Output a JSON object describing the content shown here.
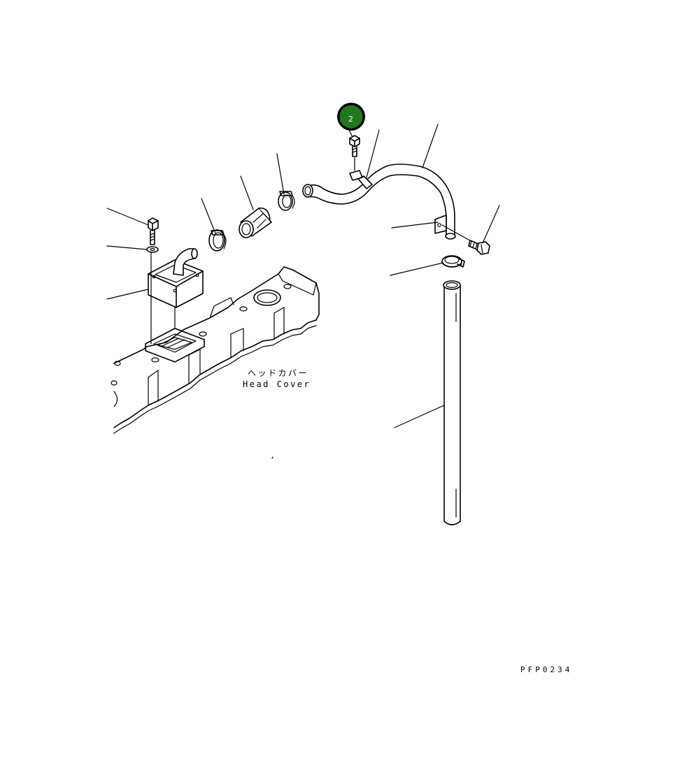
{
  "diagram": {
    "callouts": [
      {
        "number": "2",
        "color": "#1f7a1f",
        "ring_color": "#000000"
      }
    ],
    "labels": {
      "head_cover_jp": "ヘッドカバー",
      "head_cover_en": "Head Cover"
    },
    "drawing_number": "PFP0234"
  }
}
